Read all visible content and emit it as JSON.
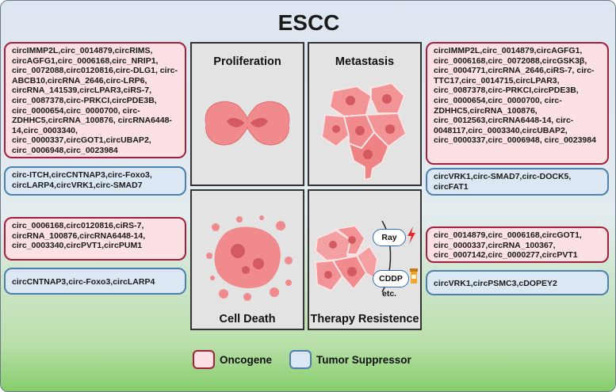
{
  "title": "ESCC",
  "left": {
    "top_oncogene": "circIMMP2L,circ_0014879,circRIMS, circAGFG1,circ_0006168,circ_NRIP1, circ_0072088,circ0120816,circ-DLG1, circ-ABCB10,circRNA_2646,circ-LRP6, circRNA_141539,circLPAR3,ciRS-7, circ_0087378,circ-PRKCI,circPDE3B, circ_0000654,circ_0000700, circ-ZDHHC5,circRNA_100876, circRNA6448-14,circ_0003340, circ_0000337,circGOT1,circUBAP2, circ_0006948,circ_0023984",
    "top_suppressor": "circ-ITCH,circCNTNAP3,circ-Foxo3, circLARP4,circVRK1,circ-SMAD7",
    "bottom_oncogene": "circ_0006168,circ0120816,ciRS-7, circRNA_100876,circRNA6448-14, circ_0003340,circPVT1,circPUM1",
    "bottom_suppressor": "circCNTNAP3,circ-Foxo3,circLARP4"
  },
  "right": {
    "top_oncogene": "circIMMP2L,circ_0014879,circAGFG1, circ_0006168,circ_0072088,circGSK3β, circ_0004771,circRNA_2646,ciRS-7, circ-TTC17,circ_0014715,circLPAR3, circ_0087378,circ-PRKCI,circPDE3B, circ_0000654,circ_0000700, circ-ZDHHC5,circRNA_100876, circ_0012563,circRNA6448-14, circ-0048117,circ_0003340,circUBAP2, circ_0000337,circ_0006948, circ_0023984",
    "top_suppressor": "circVRK1,circ-SMAD7,circ-DOCK5, circFAT1",
    "bottom_oncogene": "circ_0014879,circ_0006168,circGOT1, circ_0000337,circRNA_100367, circ_0007142,circ_0000277,circPVT1",
    "bottom_suppressor": "circVRK1,circPSMC3,cDOPEY2"
  },
  "panels": {
    "proliferation": "Proliferation",
    "metastasis": "Metastasis",
    "cell_death": "Cell Death",
    "therapy": "Therapy Resistence"
  },
  "therapy_items": {
    "ray": "Ray",
    "cddp": "CDDP",
    "etc": "etc."
  },
  "legend": {
    "oncogene": "Oncogene",
    "suppressor": "Tumor Suppressor"
  },
  "colors": {
    "oncogene_border": "#a31f3c",
    "oncogene_fill": "#fbe1e3",
    "suppressor_border": "#4d80ad",
    "suppressor_fill": "#dbe8f4",
    "cell": "#f08a8c"
  }
}
